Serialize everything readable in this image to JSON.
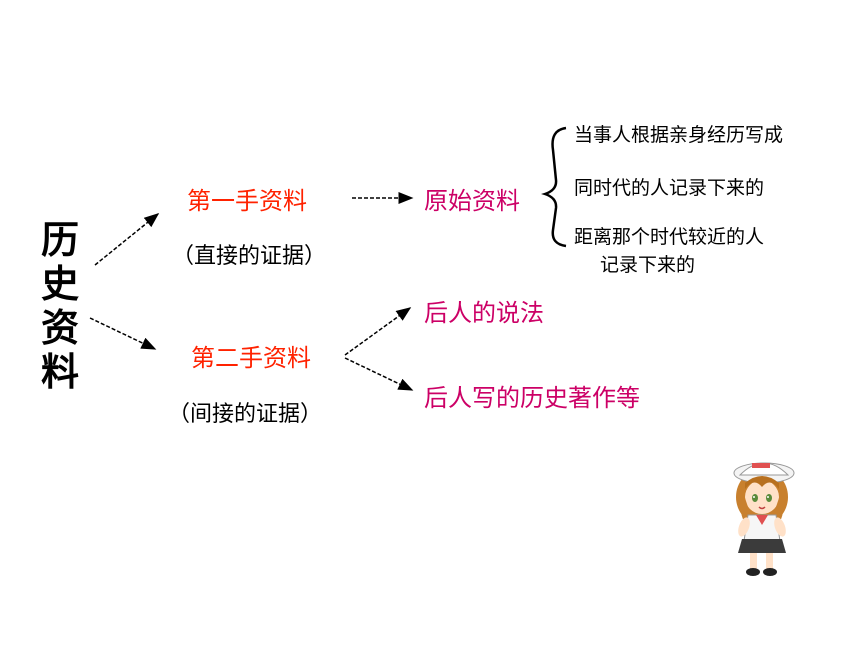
{
  "root": {
    "chars": [
      "历",
      "史",
      "资",
      "料"
    ]
  },
  "branch1": {
    "label": "第一手资料",
    "note": "（直接的证据）",
    "target": "原始资料",
    "sub": {
      "item1": "当事人根据亲身经历写成",
      "item2": "同时代的人记录下来的",
      "item3_line1": "距离那个时代较近的人",
      "item3_line2": "记录下来的"
    }
  },
  "branch2": {
    "label": "第二手资料",
    "note": "（间接的证据）",
    "target1": "后人的说法",
    "target2": "后人写的历史著作等"
  },
  "colors": {
    "level1": "#ff2200",
    "level2": "#cc0066",
    "text": "#000000"
  },
  "mascot": {
    "icon": "cartoon-girl-mascot"
  }
}
